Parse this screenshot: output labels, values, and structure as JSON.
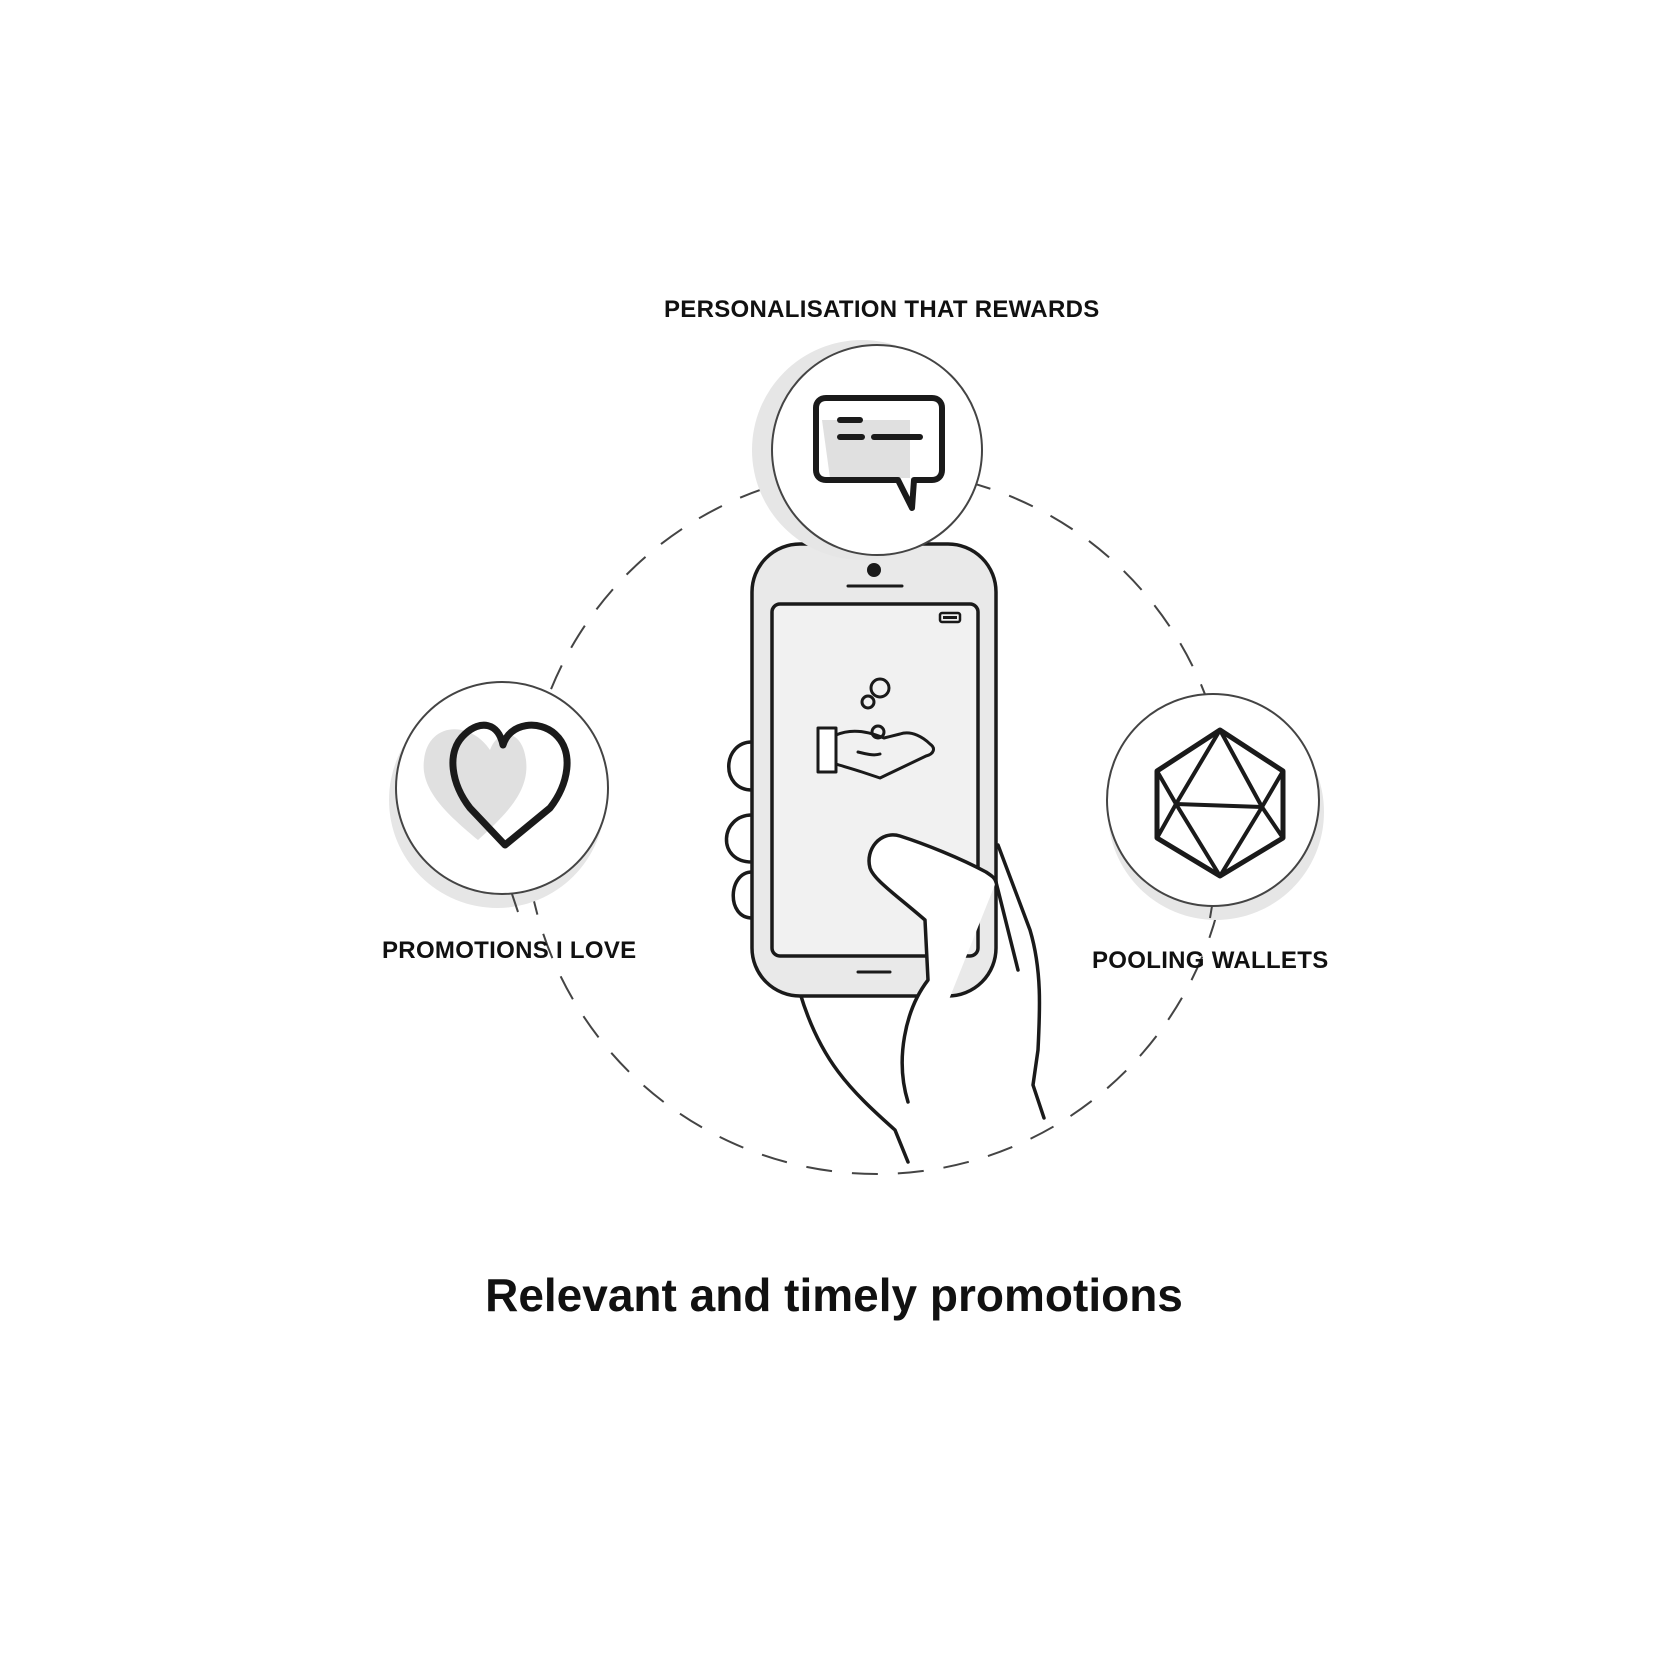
{
  "labels": {
    "top": "PERSONALISATION THAT REWARDS",
    "left": "PROMOTIONS I LOVE",
    "right": "POOLING WALLETS"
  },
  "caption": "Relevant and timely promotions",
  "icons": {
    "top": "chat-bubble-icon",
    "left": "heart-icon",
    "right": "polyhedron-gem-icon",
    "center": "hand-with-coins-icon",
    "device": "smartphone-in-hand-icon"
  },
  "colors": {
    "stroke": "#1a1a1a",
    "shadow": "#e4e4e4",
    "screen": "#f1f1f1",
    "phone_body": "#e9e9e9",
    "dashes": "#444444"
  }
}
